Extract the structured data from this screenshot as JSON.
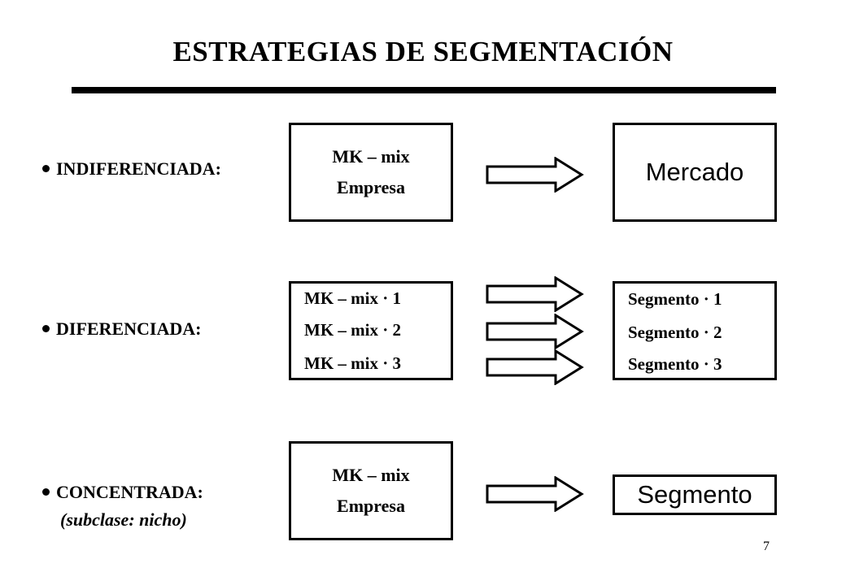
{
  "title": "ESTRATEGIAS  DE  SEGMENTACIÓN",
  "strategies": {
    "indiferenciada": {
      "label": "INDIFERENCIADA:",
      "source_line1": "MK – mix",
      "source_line2": "Empresa",
      "target": "Mercado"
    },
    "diferenciada": {
      "label": "DIFERENCIADA:",
      "sources": [
        "MK – mix · 1",
        "MK – mix · 2",
        "MK – mix · 3"
      ],
      "targets": [
        "Segmento · 1",
        "Segmento · 2",
        "Segmento · 3"
      ]
    },
    "concentrada": {
      "label": "CONCENTRADA:",
      "sublabel": "(subclase: nicho)",
      "source_line1": "MK – mix",
      "source_line2": "Empresa",
      "target": "Segmento"
    }
  },
  "page_number": "7"
}
